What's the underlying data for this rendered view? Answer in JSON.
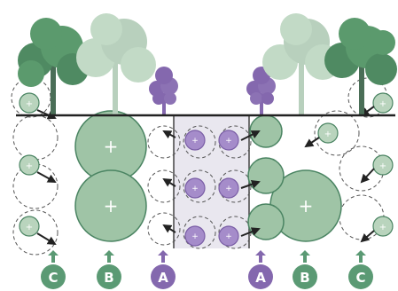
{
  "labels": {
    "c": "C",
    "b": "B",
    "a": "A"
  },
  "colors": {
    "green": "#5b9a74",
    "green_dark": "#4a8462",
    "green_fill": "#9fc4a6",
    "green_light": "#b9d4bd",
    "purple": "#8468ae",
    "purple_fill": "#a58cca",
    "path": "#e9e7ef",
    "ink": "#222222"
  },
  "icons": [
    "tree-dark-icon",
    "tree-faded-icon",
    "tree-small-purple-icon",
    "up-arrow-icon",
    "diagonal-arrow-icon"
  ]
}
